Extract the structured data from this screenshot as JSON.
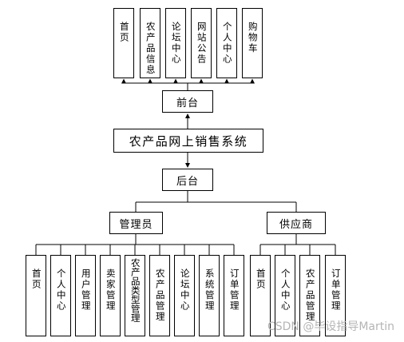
{
  "root": {
    "label": "农产品网上销售系统"
  },
  "frontend": {
    "label": "前台",
    "modules": [
      "首页",
      "农产品信息",
      "论坛中心",
      "网站公告",
      "个人中心",
      "购物车"
    ]
  },
  "backend": {
    "label": "后台",
    "roles": [
      {
        "label": "管理员",
        "modules": [
          "首页",
          "个人中心",
          "用户管理",
          "卖家管理",
          "农产品类型管理",
          "农产品管理",
          "论坛中心",
          "系统管理",
          "订单管理"
        ]
      },
      {
        "label": "供应商",
        "modules": [
          "首页",
          "个人中心",
          "农产品管理",
          "订单管理"
        ]
      }
    ]
  },
  "watermark": "CSDN @毕设指导Martin"
}
